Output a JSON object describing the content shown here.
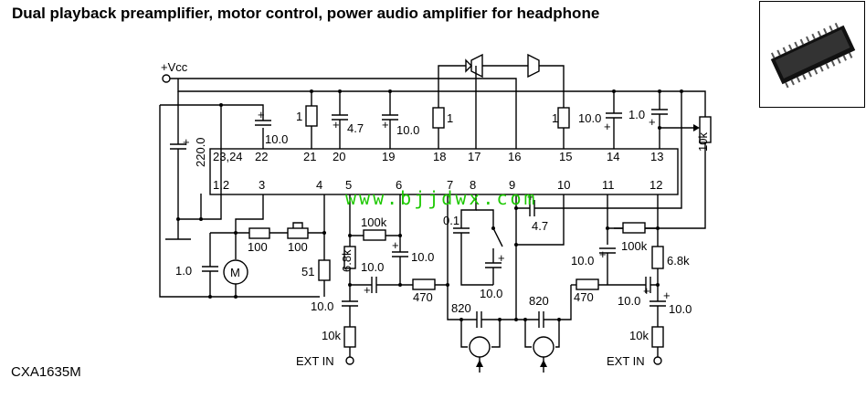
{
  "title": "Dual playback preamplifier, motor control, power audio amplifier for headphone",
  "part_number": "CXA1635M",
  "watermark": "www.bjjdwx.com",
  "supply_label": "+Vcc",
  "motor_label": "M",
  "ext_in_left": "EXT IN",
  "ext_in_right": "EXT IN",
  "ic_pins_top": [
    "23,24",
    "22",
    "21",
    "20",
    "19",
    "18",
    "17",
    "16",
    "15",
    "14",
    "13"
  ],
  "ic_pins_bottom": [
    "1,2",
    "3",
    "4",
    "5",
    "6",
    "7",
    "8",
    "9",
    "10",
    "11",
    "12"
  ],
  "components": {
    "c_220": "220.0",
    "c_22": "10.0",
    "r_21": "1",
    "c_20": "4.7",
    "c_19": "10.0",
    "r_18": "1",
    "r_15": "1",
    "c_14": "10.0",
    "c_13": "1.0",
    "pot": "10k",
    "r_100a": "100",
    "r_100b": "100",
    "c_motor": "1.0",
    "r_51": "51",
    "r_100k_left": "100k",
    "r_68k_left": "6.8k",
    "c_6": "10.0",
    "c_in_left": "10.0",
    "r_470_left": "470",
    "c_ext_left": "10.0",
    "r_10k_left": "10k",
    "c_01": "0.1",
    "c_47": "4.7",
    "c_8": "10.0",
    "c_820_left": "820",
    "c_820_right": "820",
    "r_470_right": "470",
    "r_100k_right": "100k",
    "c_11": "10.0",
    "r_68k_right": "6.8k",
    "c_in_right": "10.0",
    "c_ext_right": "10.0",
    "r_10k_right": "10k"
  }
}
